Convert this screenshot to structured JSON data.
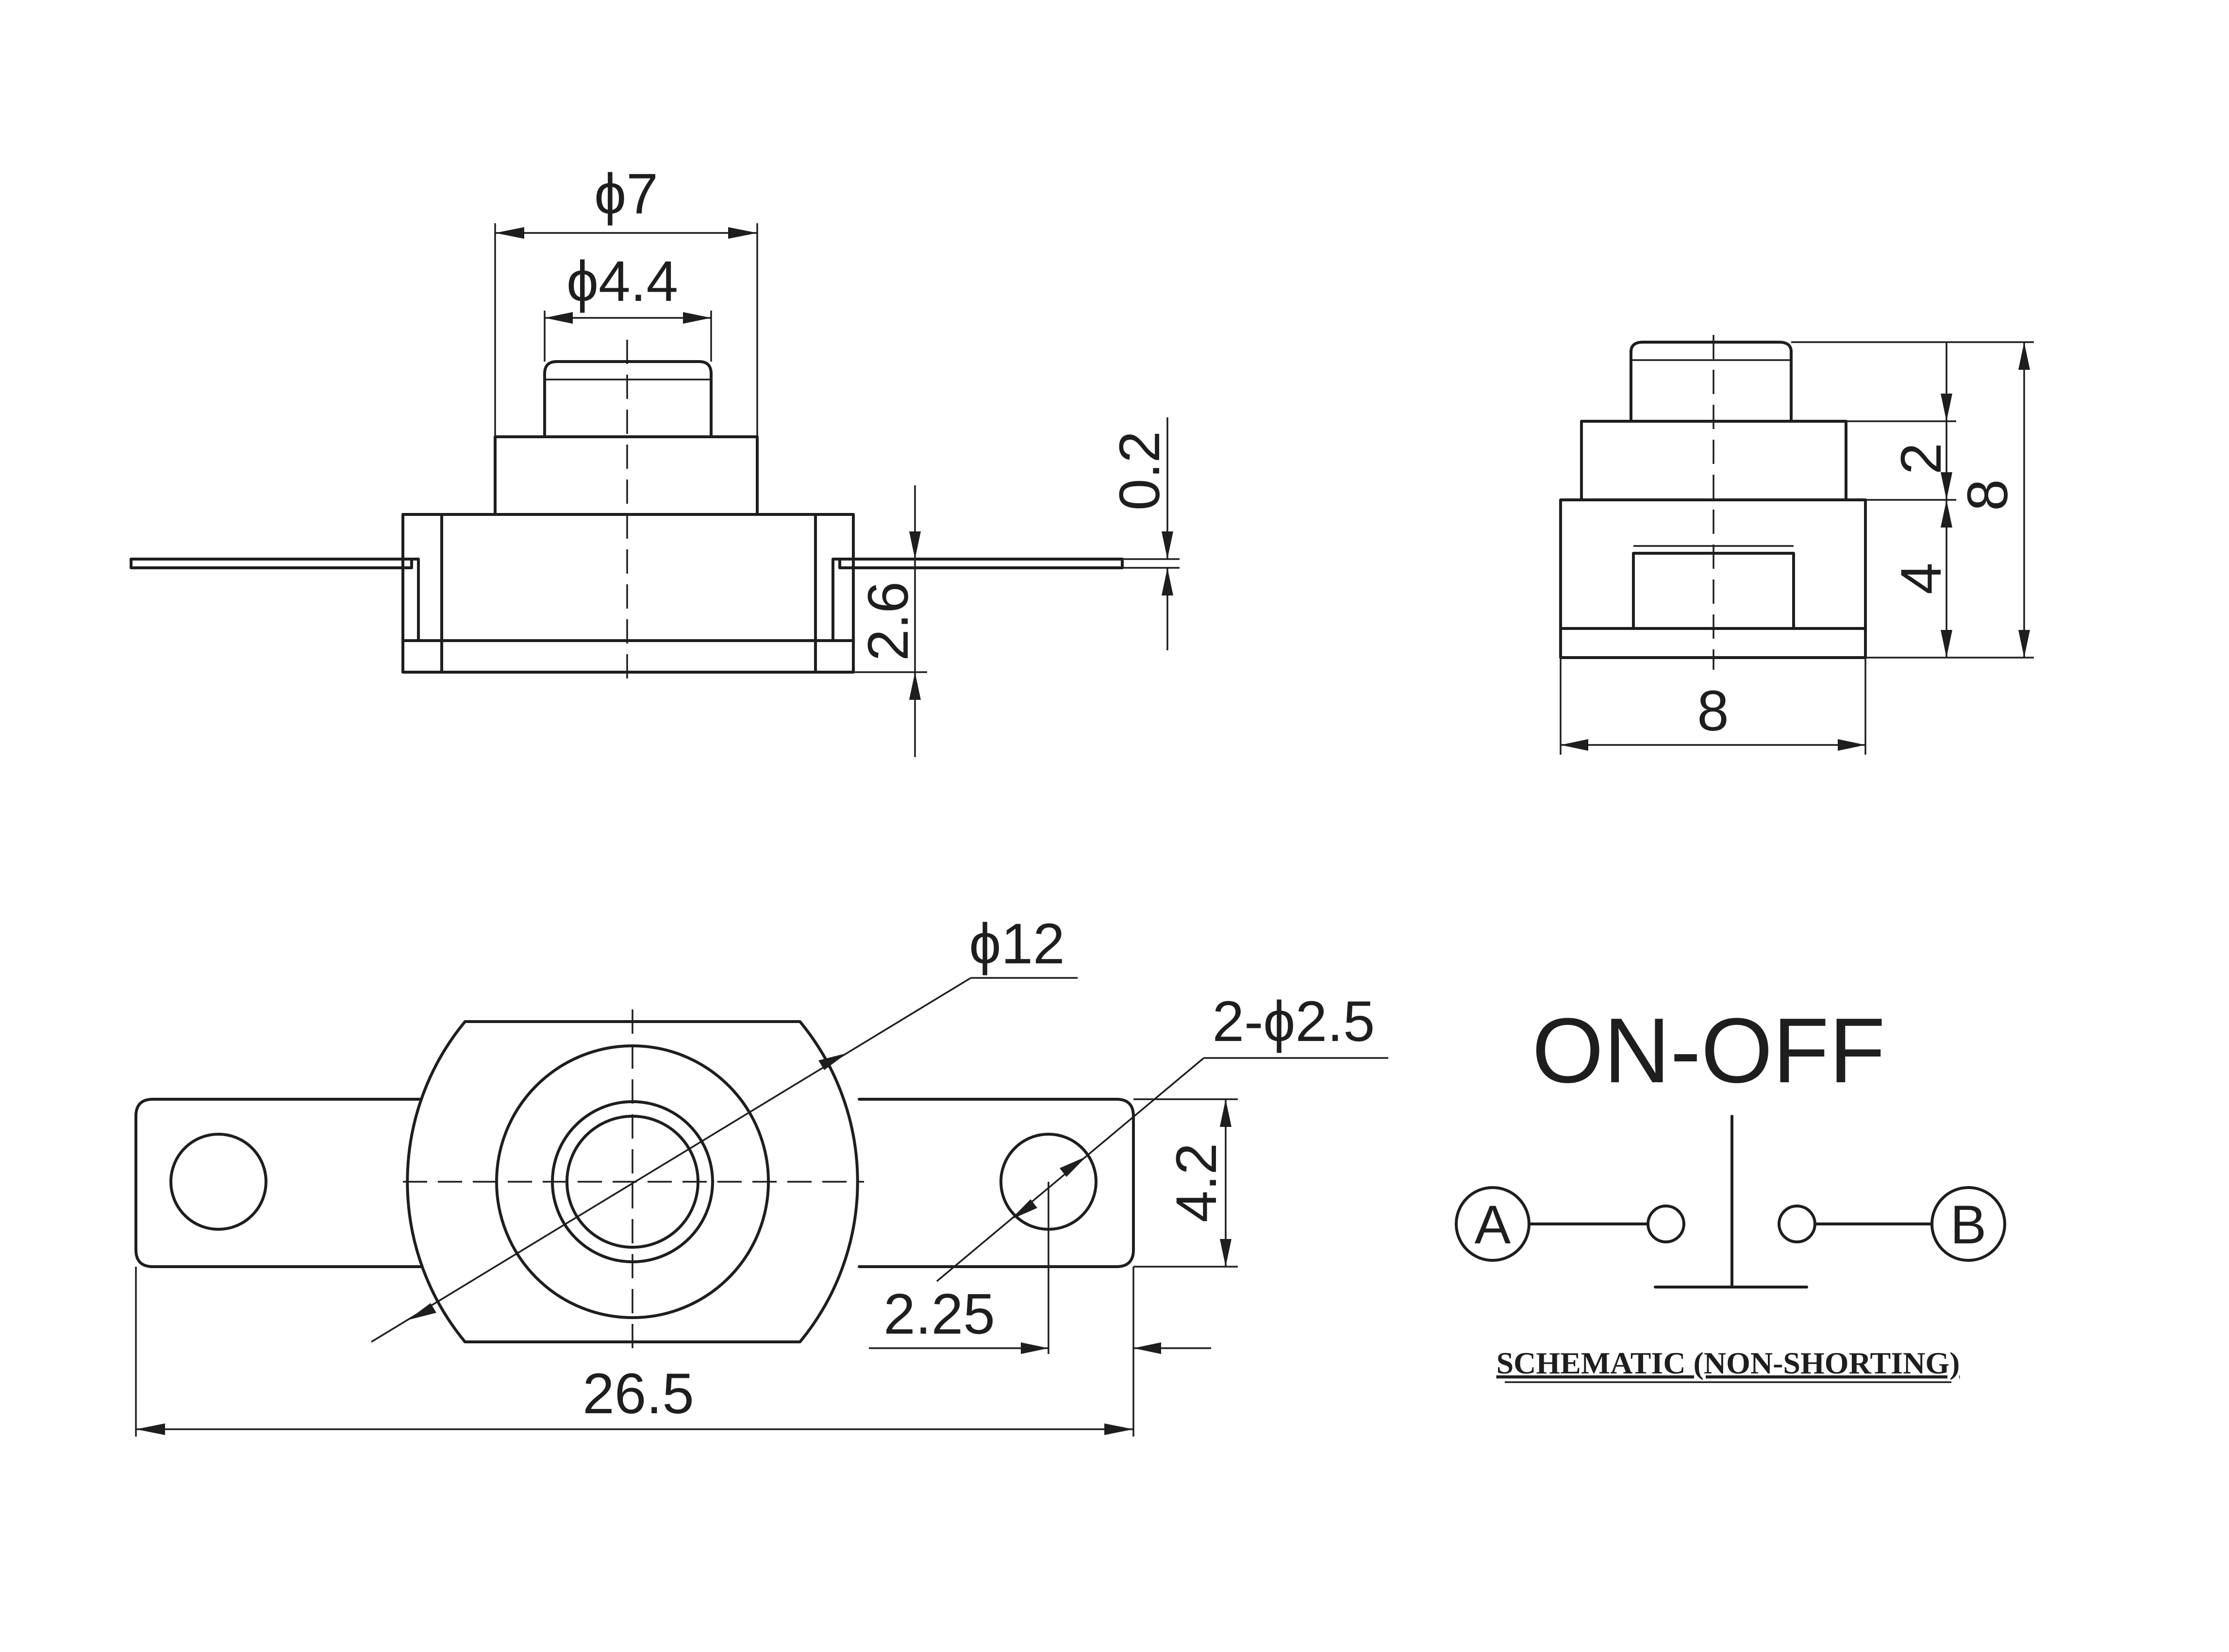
{
  "front_view": {
    "dim_outer_diameter": "ϕ7",
    "dim_button_diameter": "ϕ4.4",
    "dim_terminal_thickness": "0.2",
    "dim_terminal_height": "2.6"
  },
  "side_view": {
    "dim_step_height": "2",
    "dim_body_height": "4",
    "dim_total_height": "8",
    "dim_width": "8"
  },
  "top_view": {
    "dim_flange_diameter": "ϕ12",
    "dim_hole_diameter": "2-ϕ2.5",
    "dim_tab_width": "4.2",
    "dim_hole_offset": "2.25",
    "dim_overall_length": "26.5"
  },
  "schematic": {
    "title": "ON-OFF",
    "terminal_a": "A",
    "terminal_b": "B",
    "caption": "SCHEMATIC (NON-SHORTING)"
  }
}
